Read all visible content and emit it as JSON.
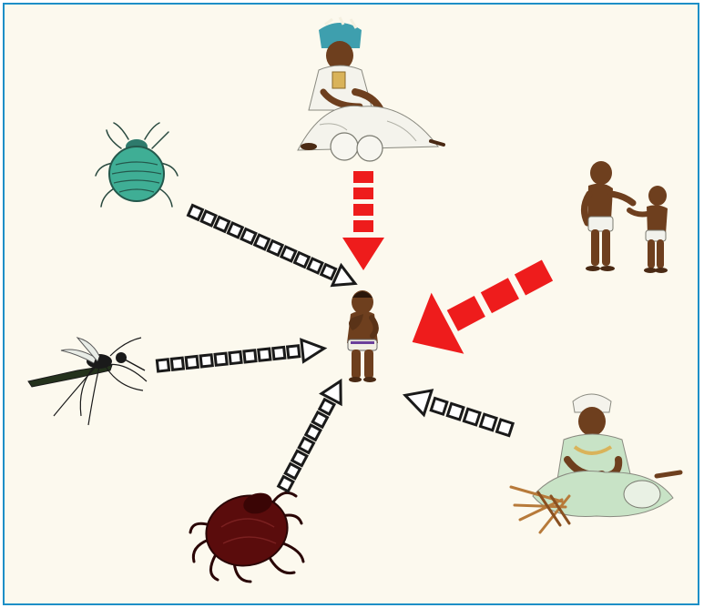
{
  "colors": {
    "frame_border": "#1d8fc7",
    "frame_background": "#fcf9ee",
    "strong_link_arrow": "#ee1c1c",
    "weak_link_arrow_outline": "#1a1a1a",
    "weak_link_arrow_fill": "#ffffff",
    "skin": "#6e3f1e",
    "cloth": "#f2f2ec",
    "bug_green": "#3fae95",
    "tick_red": "#5a0c0c"
  },
  "diagram": {
    "center": {
      "icon": "child-figure-icon"
    },
    "sources": [
      {
        "id": "healer-top",
        "icon": "seated-healer-icon",
        "link": "strong"
      },
      {
        "id": "children-right",
        "icon": "children-pair-icon",
        "link": "strong"
      },
      {
        "id": "healer-bottom-right",
        "icon": "seated-elder-icon",
        "link": "weak"
      },
      {
        "id": "tick-bottom-left",
        "icon": "tick-icon",
        "link": "weak"
      },
      {
        "id": "mosquito-left",
        "icon": "mosquito-icon",
        "link": "weak"
      },
      {
        "id": "bug-top-left",
        "icon": "bedbug-icon",
        "link": "weak"
      }
    ]
  }
}
